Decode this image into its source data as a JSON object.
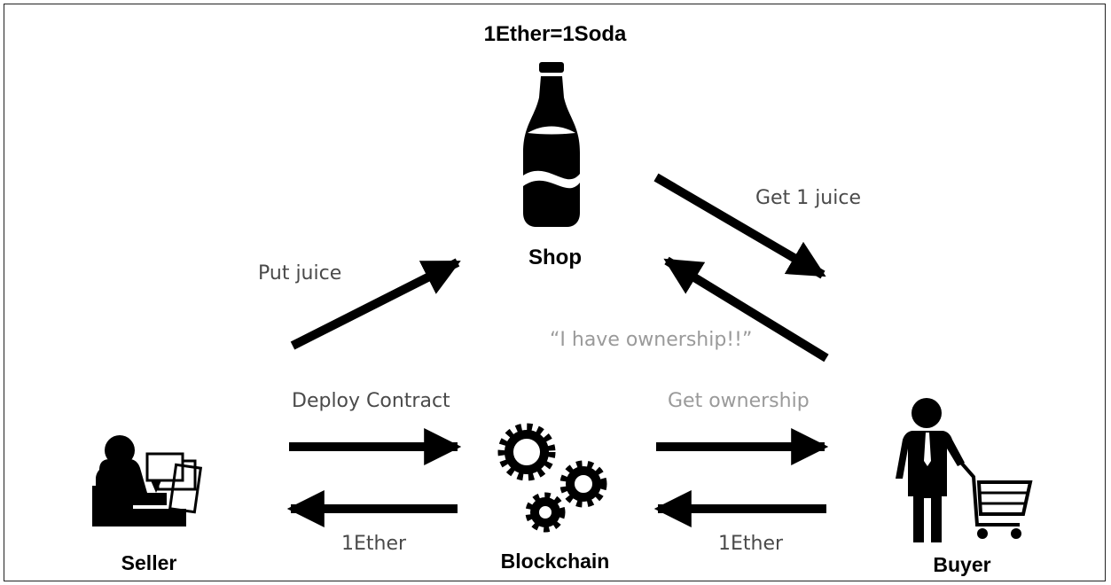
{
  "title": "1Ether=1Soda",
  "nodes": {
    "shop": {
      "label": "Shop",
      "icon": "soda-bottle-icon"
    },
    "seller": {
      "label": "Seller",
      "icon": "person-at-computer-icon"
    },
    "blockchain": {
      "label": "Blockchain",
      "icon": "gears-icon"
    },
    "buyer": {
      "label": "Buyer",
      "icon": "shopper-with-cart-icon"
    }
  },
  "edges": {
    "put_juice": "Put juice",
    "get_juice": "Get 1 juice",
    "ownership_claim": "“I have ownership!!”",
    "deploy_contract": "Deploy Contract",
    "seller_ether": "1Ether",
    "get_ownership": "Get ownership",
    "buyer_ether": "1Ether"
  },
  "colors": {
    "ink": "#000000",
    "label": "#4a4a4a",
    "muted_label": "#9a9a9a"
  }
}
